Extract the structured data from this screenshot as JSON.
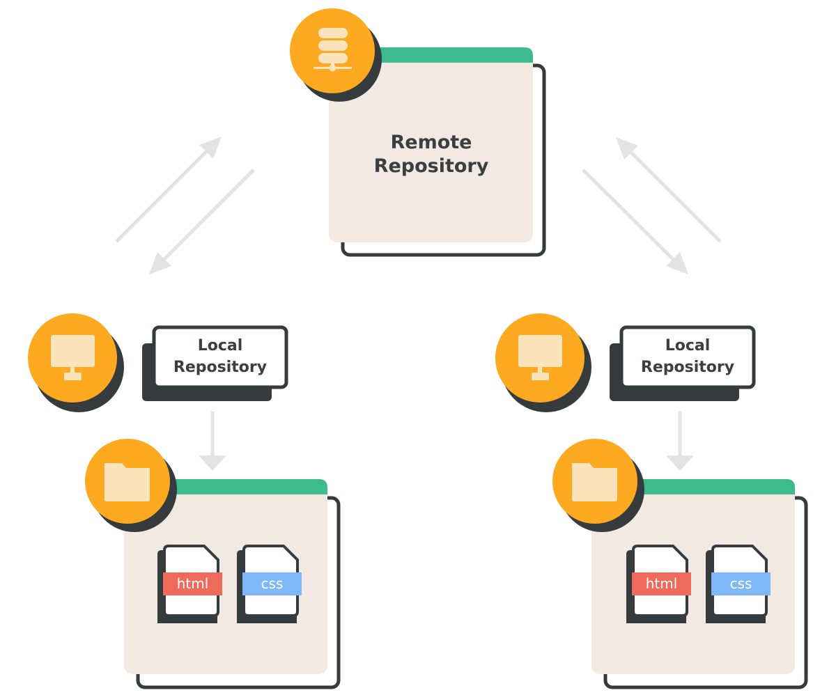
{
  "remote": {
    "title_line1": "Remote",
    "title_line2": "Repository",
    "icon": "server-icon"
  },
  "locals": [
    {
      "title_line1": "Local",
      "title_line2": "Repository",
      "computer_icon": "monitor-icon",
      "folder_icon": "folder-icon",
      "files": [
        {
          "label": "html",
          "color": "#EE6B5B"
        },
        {
          "label": "css",
          "color": "#7FB8F8"
        }
      ]
    },
    {
      "title_line1": "Local",
      "title_line2": "Repository",
      "computer_icon": "monitor-icon",
      "folder_icon": "folder-icon",
      "files": [
        {
          "label": "html",
          "color": "#EE6B5B"
        },
        {
          "label": "css",
          "color": "#7FB8F8"
        }
      ]
    }
  ],
  "colors": {
    "accent_orange": "#FEAA21",
    "accent_green": "#3EBB8E",
    "panel_beige": "#F2E9E3",
    "outline_dark": "#363B3D",
    "arrow_gray": "#E3E3E3",
    "icon_cream": "#FCE3BC"
  }
}
